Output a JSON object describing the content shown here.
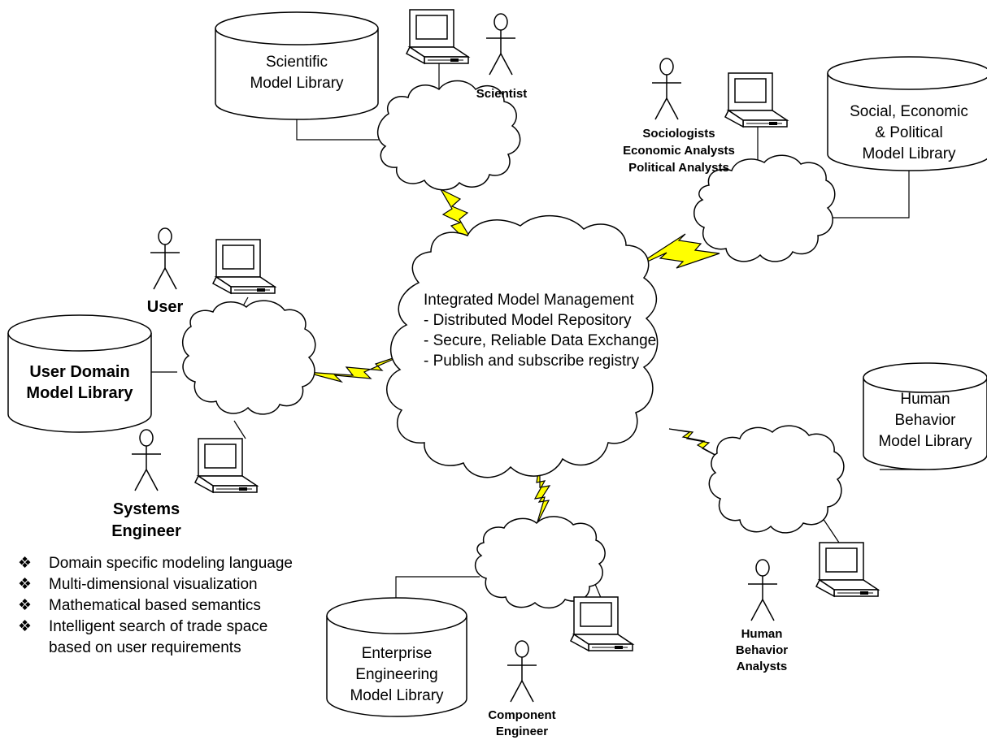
{
  "central": {
    "title": "Integrated Model Management",
    "items": [
      "- Distributed Model Repository",
      "- Secure, Reliable Data Exchange",
      "- Publish and subscribe registry"
    ]
  },
  "libraries": {
    "scientific": [
      "Scientific",
      "Model Library"
    ],
    "social": [
      "Social, Economic",
      "& Political",
      "Model Library"
    ],
    "user_domain": [
      "User Domain",
      "Model Library"
    ],
    "human_behavior": [
      "Human",
      "Behavior",
      "Model Library"
    ],
    "enterprise": [
      "Enterprise",
      "Engineering",
      "Model Library"
    ]
  },
  "people": {
    "scientist": [
      "Scientist"
    ],
    "sociologists": [
      "Sociologists",
      "Economic Analysts",
      "Political Analysts"
    ],
    "user": [
      "User"
    ],
    "systems_engineer": [
      "Systems",
      "Engineer"
    ],
    "human_behavior_analysts": [
      "Human",
      "Behavior",
      "Analysts"
    ],
    "component_engineer": [
      "Component",
      "Engineer"
    ]
  },
  "bullets": {
    "marker": "❖",
    "items": [
      [
        "Domain specific modeling language"
      ],
      [
        "Multi-dimensional visualization"
      ],
      [
        "Mathematical based semantics"
      ],
      [
        "Intelligent search of trade space",
        "based on user requirements"
      ]
    ]
  },
  "colors": {
    "lightning": "#ffff00",
    "stroke": "#000000",
    "background": "#ffffff"
  }
}
